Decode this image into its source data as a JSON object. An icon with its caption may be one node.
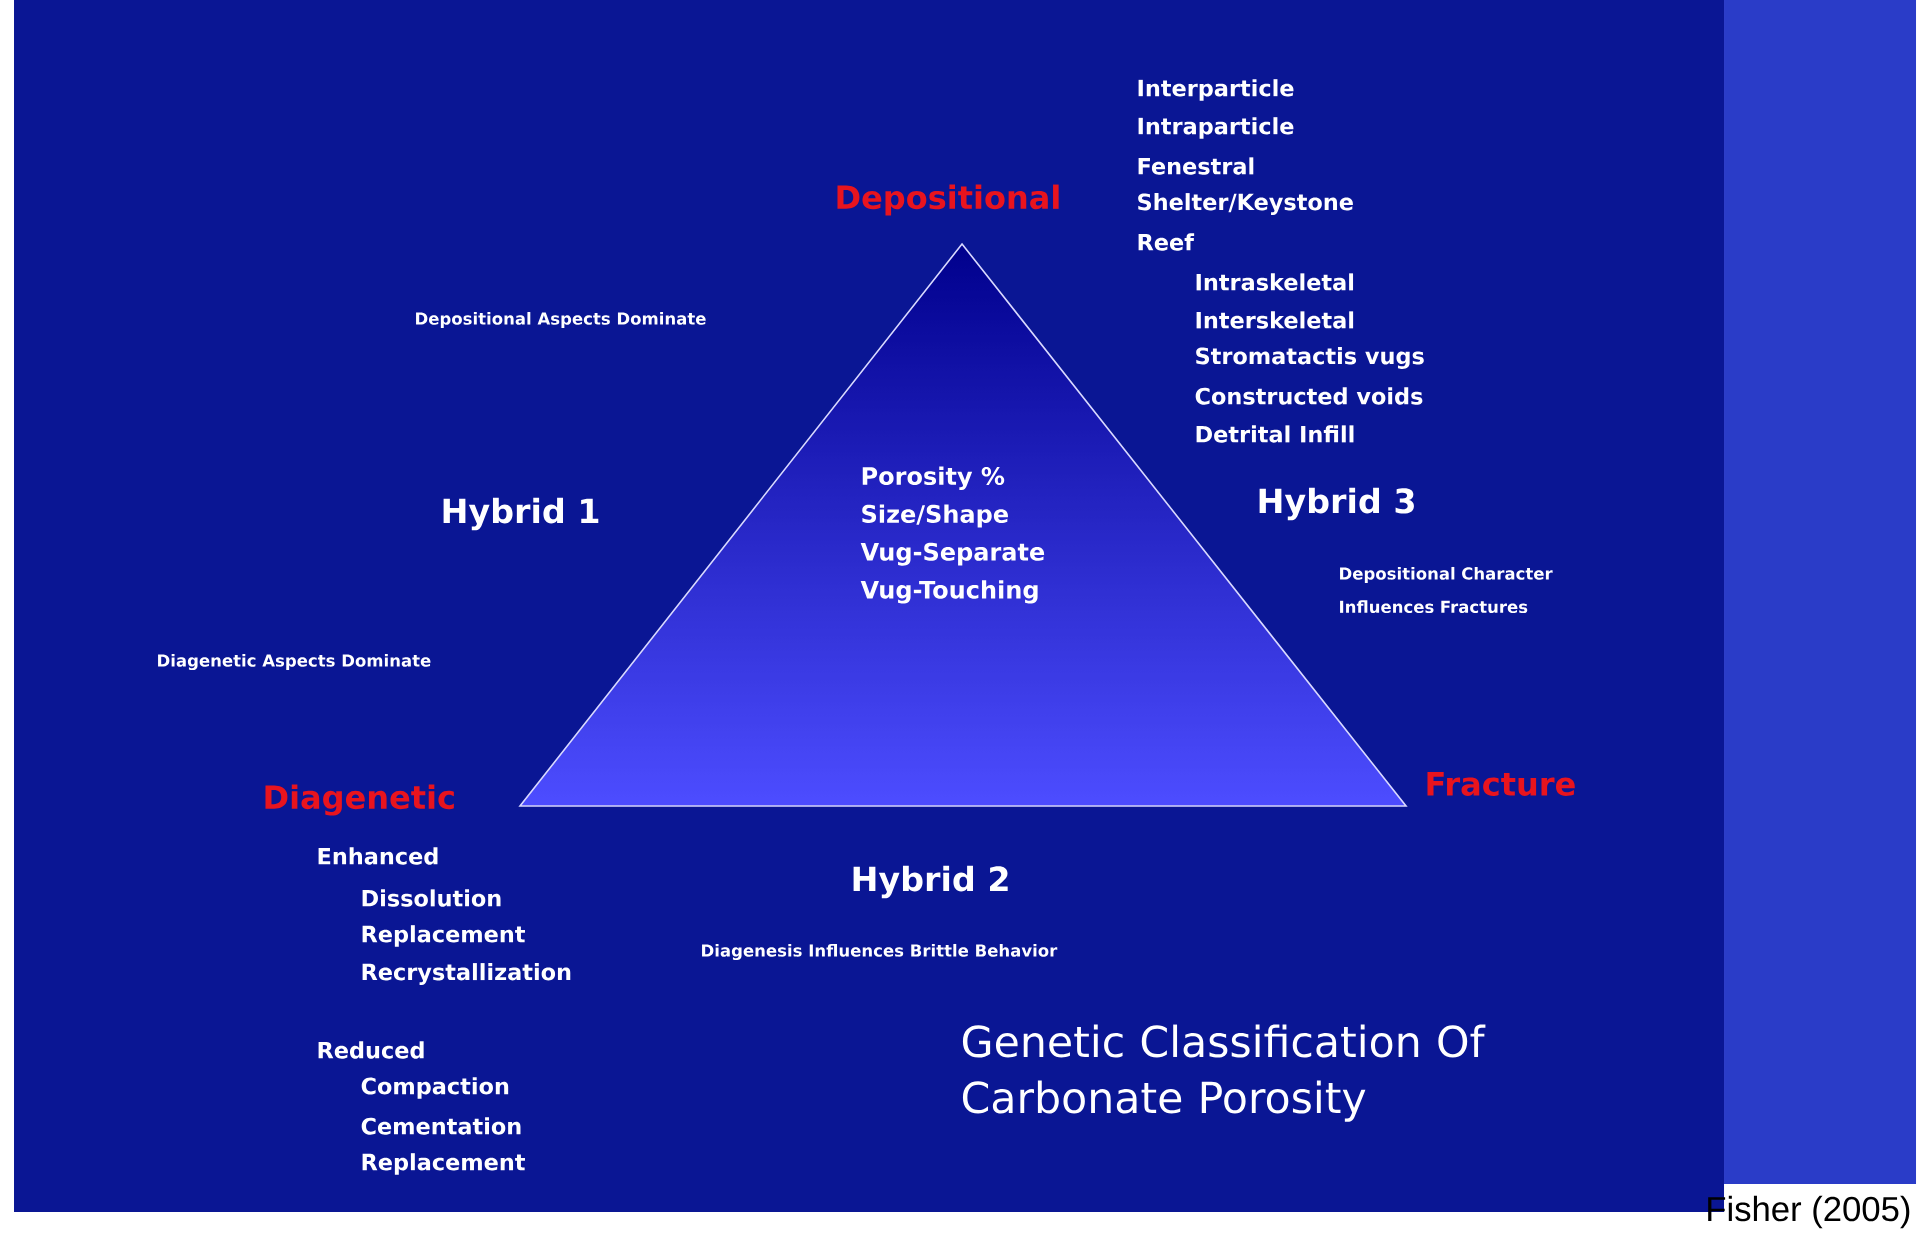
{
  "diagram": {
    "title": "Genetic Classification Of Carbonate Porosity",
    "caption": "Fisher (2005)",
    "nodes": [
      {
        "text": [
          "Porosity %",
          "Size/Shape",
          "Vug-Separate",
          "Vug-Touching"
        ],
        "beside": [
          "Depositional",
          "Diagenetic",
          "Fracture"
        ]
      }
    ],
    "edges": [],
    "labels": [
      "Interparticle",
      "Intraparticle",
      "Fenestral",
      "Shelter/Keystone",
      "Reef",
      "Intraskeletal",
      "Interskeletal",
      "Stromatactis vugs",
      "Constructed voids",
      "Detrital Infill",
      "Depositional Aspects Dominate",
      "Hybrid 1",
      "Hybrid 3",
      "Depositional Character Influences Fractures",
      "Diagenetic Aspects Dominate",
      "Enhanced",
      "Dissolution",
      "Replacement",
      "Recrystallization",
      "Hybrid 2",
      "Diagenesis Influences Brittle Behavior",
      "Reduced",
      "Compaction",
      "Cementation",
      "Replacement"
    ]
  }
}
